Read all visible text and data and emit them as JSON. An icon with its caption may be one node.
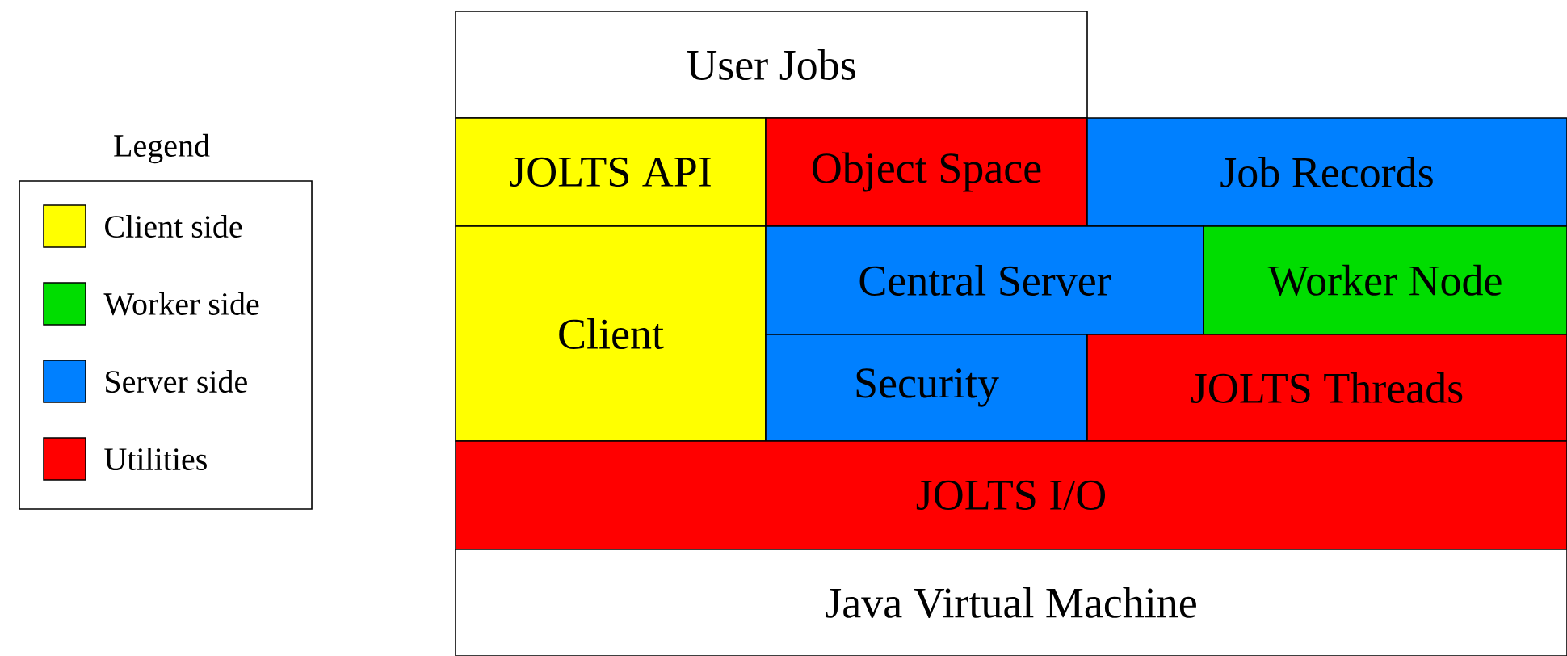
{
  "diagram": {
    "nodes": [
      {
        "text": [
          "User Jobs"
        ]
      },
      {
        "text": [
          "JOLTS API"
        ]
      },
      {
        "text": [
          "Object Space"
        ]
      },
      {
        "text": [
          "Job Records"
        ]
      },
      {
        "text": [
          "Client"
        ]
      },
      {
        "text": [
          "Central Server"
        ]
      },
      {
        "text": [
          "Worker Node"
        ]
      },
      {
        "text": [
          "Security"
        ]
      },
      {
        "text": [
          "JOLTS Threads"
        ]
      },
      {
        "text": [
          "JOLTS I/O"
        ]
      },
      {
        "text": [
          "Java Virtual Machine"
        ]
      }
    ],
    "labels": [
      "Legend"
    ],
    "legend": [
      {
        "text": "Client side",
        "color": "#ffff00"
      },
      {
        "text": "Worker side",
        "color": "#00dd00"
      },
      {
        "text": "Server side",
        "color": "#0080ff"
      },
      {
        "text": "Utilities",
        "color": "#ff0000"
      }
    ]
  }
}
